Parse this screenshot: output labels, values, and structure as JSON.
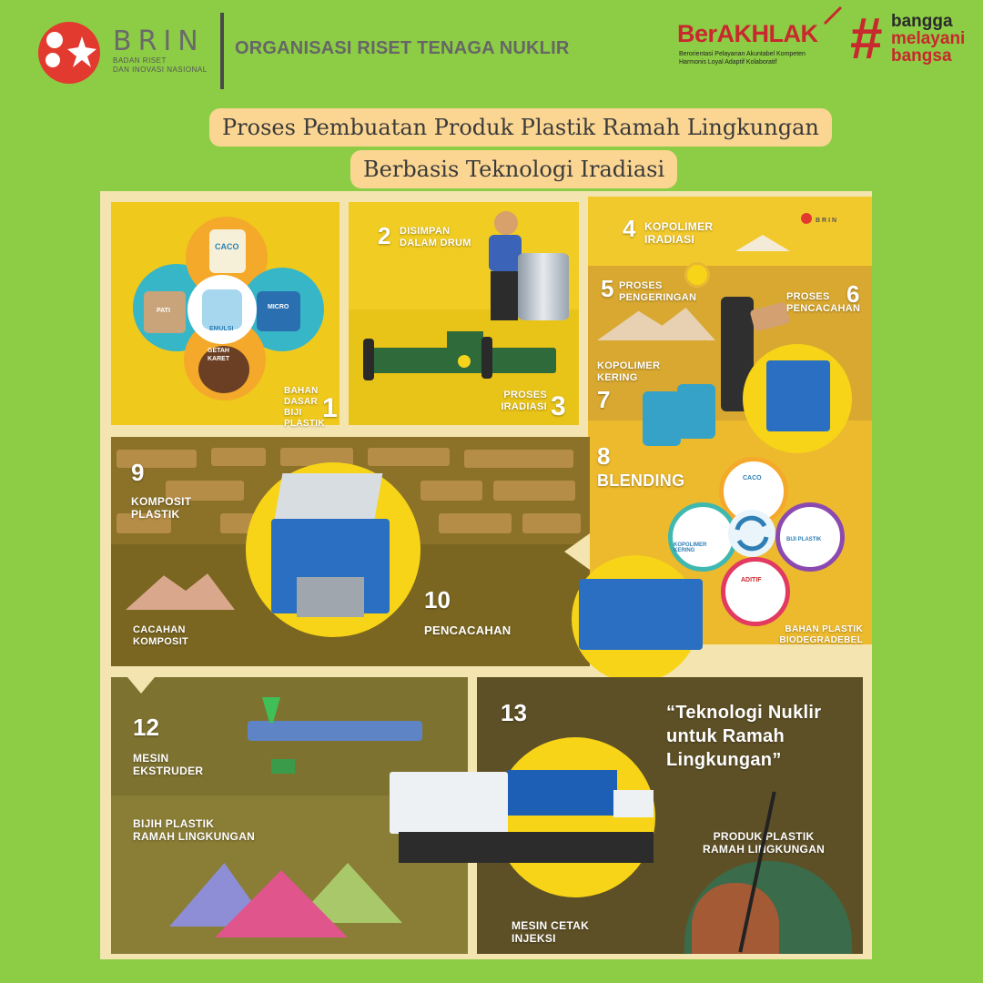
{
  "header": {
    "brin_name": "BRIN",
    "brin_subtitle_line1": "BADAN RISET",
    "brin_subtitle_line2": "DAN INOVASI NASIONAL",
    "organization": "ORGANISASI RISET TENAGA NUKLIR",
    "berakhlak": "BerAKHLAK",
    "berakhlak_line1": "Berorientasi Pelayanan Akuntabel Kompeten",
    "berakhlak_line2": "Harmonis Loyal Adaptif Kolaboratif",
    "hashtag": "#",
    "bangga": "bangga",
    "melayani": "melayani",
    "bangsa": "bangsa"
  },
  "title": {
    "line1": "Proses Pembuatan Produk Plastik Ramah Lingkungan",
    "line2": "Berbasis Teknologi Iradiasi"
  },
  "steps": {
    "s1": {
      "num": "1",
      "label1": "BAHAN",
      "label2": "DASAR",
      "label3": "BIJI PLASTIK"
    },
    "s2": {
      "num": "2",
      "label1": "DISIMPAN",
      "label2": "DALAM DRUM"
    },
    "s3": {
      "num": "3",
      "label1": "PROSES",
      "label2": "IRADIASI"
    },
    "s4": {
      "num": "4",
      "label1": "KOPOLIMER",
      "label2": "IRADIASI"
    },
    "s5": {
      "num": "5",
      "label1": "PROSES",
      "label2": "PENGERINGAN"
    },
    "s6": {
      "num": "6",
      "label1": "PROSES",
      "label2": "PENCACAHAN"
    },
    "s7": {
      "num": "7",
      "label1": "KOPOLIMER",
      "label2": "KERING"
    },
    "s8": {
      "num": "8",
      "label1": "BLENDING"
    },
    "s8_result1": "BAHAN PLASTIK",
    "s8_result2": "BIODEGRADEBEL",
    "s9": {
      "num": "9",
      "label1": "KOMPOSIT",
      "label2": "PLASTIK"
    },
    "s9_sub1": "CACAHAN",
    "s9_sub2": "KOMPOSIT",
    "s10": {
      "num": "10",
      "label1": "PENCACAHAN"
    },
    "s12": {
      "num": "12",
      "label1": "MESIN",
      "label2": "EKSTRUDER"
    },
    "s12_sub1": "BIJIH PLASTIK",
    "s12_sub2": "RAMAH LINGKUNGAN",
    "s13": {
      "num": "13"
    },
    "s13_machine1": "MESIN CETAK",
    "s13_machine2": "INJEKSI",
    "s13_product1": "PRODUK PLASTIK",
    "s13_product2": "RAMAH LINGKUNGAN"
  },
  "quote": {
    "line1": "“Teknologi Nuklir",
    "line2": "untuk Ramah",
    "line3": "Lingkungan”"
  },
  "ingredients": {
    "caco3": "CACO",
    "pati": "PATI",
    "emulsi": "EMULSI",
    "micro": "MICRO",
    "getah1": "GETAH",
    "getah2": "KARET"
  },
  "blend_items": {
    "caco3": "CACO",
    "kopolimer1": "KOPOLIMER",
    "kopolimer2": "KERING",
    "biji": "BIJI PLASTIK",
    "aditif": "ADITIF"
  },
  "mini_brand": "BRIN",
  "colors": {
    "background": "#8ccd45",
    "brand_red": "#c8282e",
    "title_pill": "#fbd693",
    "yellow_panel": "#f0c91d",
    "brown_panel": "#7a6620",
    "olive_panel": "#8a7d35",
    "dark_panel": "#5e5026"
  }
}
